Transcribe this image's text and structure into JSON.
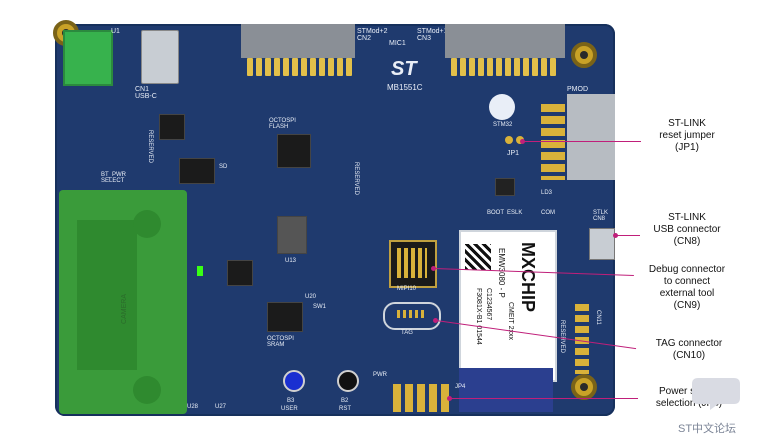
{
  "board": {
    "model": "MB1551C",
    "vendor_logo": "ST",
    "connectors_top": {
      "cn2": "STMod+2\nCN2",
      "cn3": "STMod+1\nCN3",
      "mic": "MIC1"
    },
    "labels": {
      "u1": "U1",
      "cn1": "CN1\nUSB-C",
      "octospi_flash": "OCTOSPI\nFLASH",
      "sd": "SD",
      "bt_pwr_select": "BT_PWR\nSELECT",
      "reserved_left": "RESERVED",
      "reserved_mid": "RESERVED",
      "reserved_right": "RESERVED",
      "camera": "CAMERA",
      "octospi_sram": "OCTOSPI\nSRAM",
      "user": "USER",
      "rst": "RST",
      "b3": "B3",
      "b2": "B2",
      "mipi10": "MIPI10",
      "tag": "TAG",
      "jp1": "JP1",
      "boot": "BOOT",
      "eslk": "ESLK",
      "com": "COM",
      "stlk": "STLK\nCN8",
      "cn11": "CN11",
      "pwr": "PWR",
      "jp4": "JP4",
      "pmod": "PMOD",
      "u13": "U13",
      "u20": "U20",
      "u27": "U27",
      "u28": "U28",
      "sw1": "SW1",
      "ld3": "LD3",
      "stm32": "STM32"
    },
    "module": {
      "brand": "MXCHIP",
      "model": "EMW3080 - P",
      "text1": "CMEIT 2xxx",
      "text2": "C1234567",
      "text3": "F3081X-B1 01544"
    }
  },
  "callouts": {
    "jp1": "ST-LINK\nreset jumper\n(JP1)",
    "cn8": "ST-LINK\nUSB connector\n(CN8)",
    "cn9": "Debug connector\nto connect\nexternal tool\n(CN9)",
    "cn10": "TAG connector\n(CN10)",
    "jp4": "Power supply\nselection (JP4)"
  },
  "watermark": "ST中文论坛",
  "colors": {
    "pcb": "#1f3a6e",
    "callout_line": "#c01f7a",
    "camera_area": "#3a9b3a",
    "module": "#ffffff"
  }
}
